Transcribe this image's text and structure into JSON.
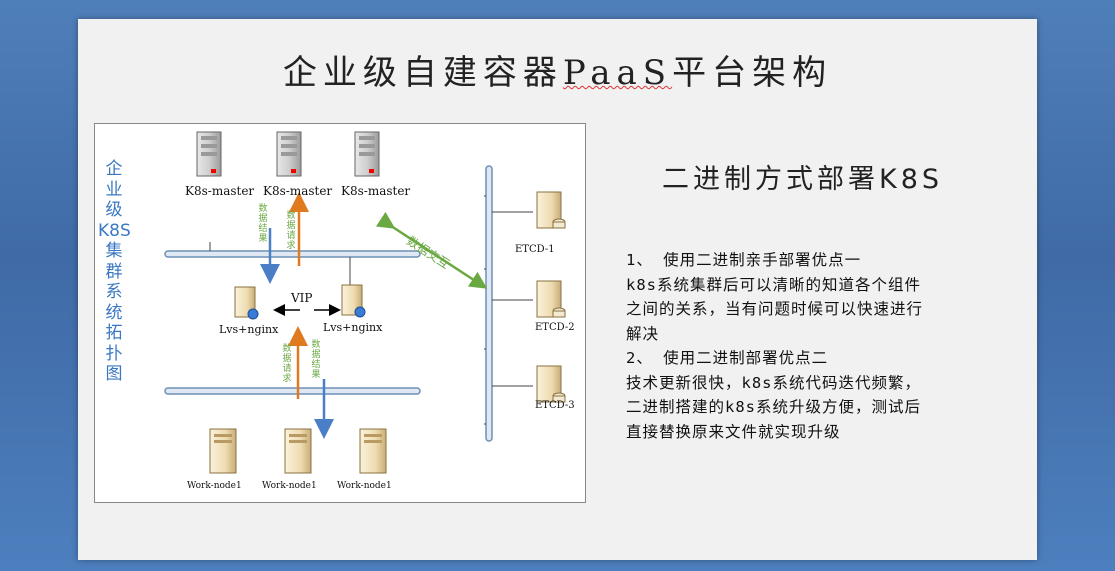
{
  "slide": {
    "title_prefix": "企业级自建容器",
    "title_paas": "PaaS",
    "title_suffix": "平台架构",
    "subtitle": "二进制方式部署K8S",
    "side_title": [
      "企",
      "业",
      "级",
      "K8S",
      "集",
      "群",
      "系",
      "统",
      "拓",
      "扑",
      "图"
    ],
    "body_lines": [
      "1、 使用二进制亲手部署优点一",
      "k8s系统集群后可以清晰的知道各个组件",
      "之间的关系，当有问题时候可以快速进行",
      "解决",
      "2、 使用二进制部署优点二",
      "技术更新很快，k8s系统代码迭代频繁，",
      "二进制搭建的k8s系统升级方便，测试后",
      "直接替换原来文件就实现升级"
    ]
  },
  "diagram": {
    "masters": [
      "K8s-master",
      "K8s-master",
      "K8s-master"
    ],
    "etcd": [
      "ETCD-1",
      "ETCD-2",
      "ETCD-3"
    ],
    "lvs": [
      "Lvs+nginx",
      "Lvs+nginx"
    ],
    "vip": "VIP",
    "workers": [
      "Work-node1",
      "Work-node1",
      "Work-node1"
    ],
    "data_exchange": "数据交互",
    "data_result": [
      "数",
      "据",
      "结",
      "果"
    ],
    "data_request": [
      "数",
      "据",
      "请",
      "求"
    ]
  },
  "colors": {
    "side_title": "#3a78c4",
    "arrow_blue": "#4a7fc7",
    "arrow_orange": "#e07a1f",
    "exchange_green": "#6aa842",
    "bus": "#6e8fb6"
  }
}
